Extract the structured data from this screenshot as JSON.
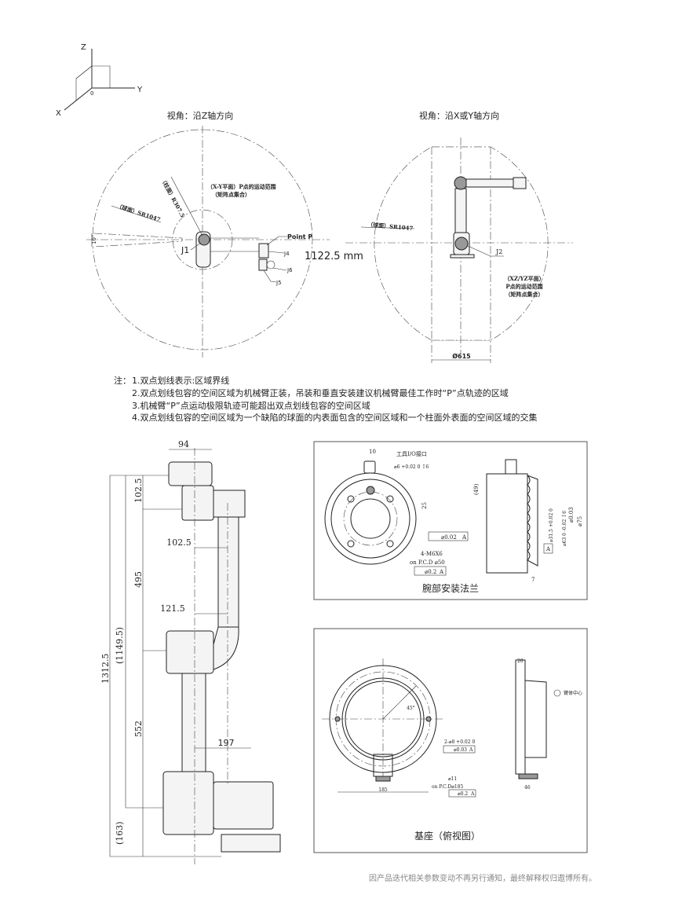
{
  "axes": {
    "z": "Z",
    "y": "Y",
    "x": "X",
    "origin": "0"
  },
  "top_view": {
    "title": "视角：沿Z轴方向",
    "region_label_1": "（X-Y平面）P点的运动范围",
    "region_label_2": "（矩阵点集合）",
    "cylinder_radius": "（柱面）R307.5",
    "sphere_radius": "（球面）SR1047",
    "angle": "10°",
    "j1": "J1",
    "j4": "J4",
    "j5": "J5",
    "j6": "J6",
    "point_p": "Point P",
    "reach": "1122.5 mm"
  },
  "side_view": {
    "title": "视角：沿X或Y轴方向",
    "sphere_radius": "（球面）SR1047",
    "j2": "J2",
    "region_label_1": "（XZ/YZ平面）",
    "region_label_2": "P点的运动范围",
    "region_label_3": "（矩阵点集合）",
    "diameter": "Ø615"
  },
  "notes": {
    "prefix": "注：",
    "items": [
      "1.双点划线表示:区域界线",
      "2.双点划线包容的空间区域为机械臂正装，吊装和垂直安装建议机械臂最佳工作时“P”点轨迹的区域",
      "3.机械臂“P”点运动极限轨迹可能超出双点划线包容的空间区域",
      "4.双点划线包容的空间区域为一个缺陷的球面的内表面包含的空间区域和一个柱面外表面的空间区域的交集"
    ]
  },
  "arm_dims": {
    "d94": "94",
    "d102_5_v": "102.5",
    "d102_5_h": "102.5",
    "d495": "495",
    "d121_5": "121.5",
    "d1312_5": "1312.5",
    "d1149_5": "(1149.5)",
    "d552": "552",
    "d197": "197",
    "d163": "(163)"
  },
  "wrist_flange": {
    "title": "腕部安装法兰",
    "io": "工具I/O接口",
    "d10": "10",
    "pin": "⌀6 +0.02 0 ↧6",
    "d25": "25",
    "tol1": "⌀0.02",
    "datum": "A",
    "holes": "4-M6X6",
    "pcd": "on P.C.D ⌀50",
    "tol2": "⌀0.2",
    "d49": "(49)",
    "d31_5": "⌀31.5 +0.02 0",
    "d63": "⌀63 0 -0.02 ↧6",
    "tol3": "⌀0.03",
    "d75": "⌀75",
    "d7": "7"
  },
  "base": {
    "title": "基座（俯视图）",
    "angle": "45°",
    "pins": "2-⌀8 +0.02 0",
    "tol1": "⌀0.03",
    "datum": "A",
    "hole": "⌀11",
    "pcd": "on P.C.D⌀185",
    "tol2": "⌀0.2",
    "d185": "185",
    "d20": "20",
    "d46": "46",
    "center": "臂体中心"
  },
  "footer": "因产品迭代相关参数变动不再另行通知，最终解释权归遨博所有。"
}
